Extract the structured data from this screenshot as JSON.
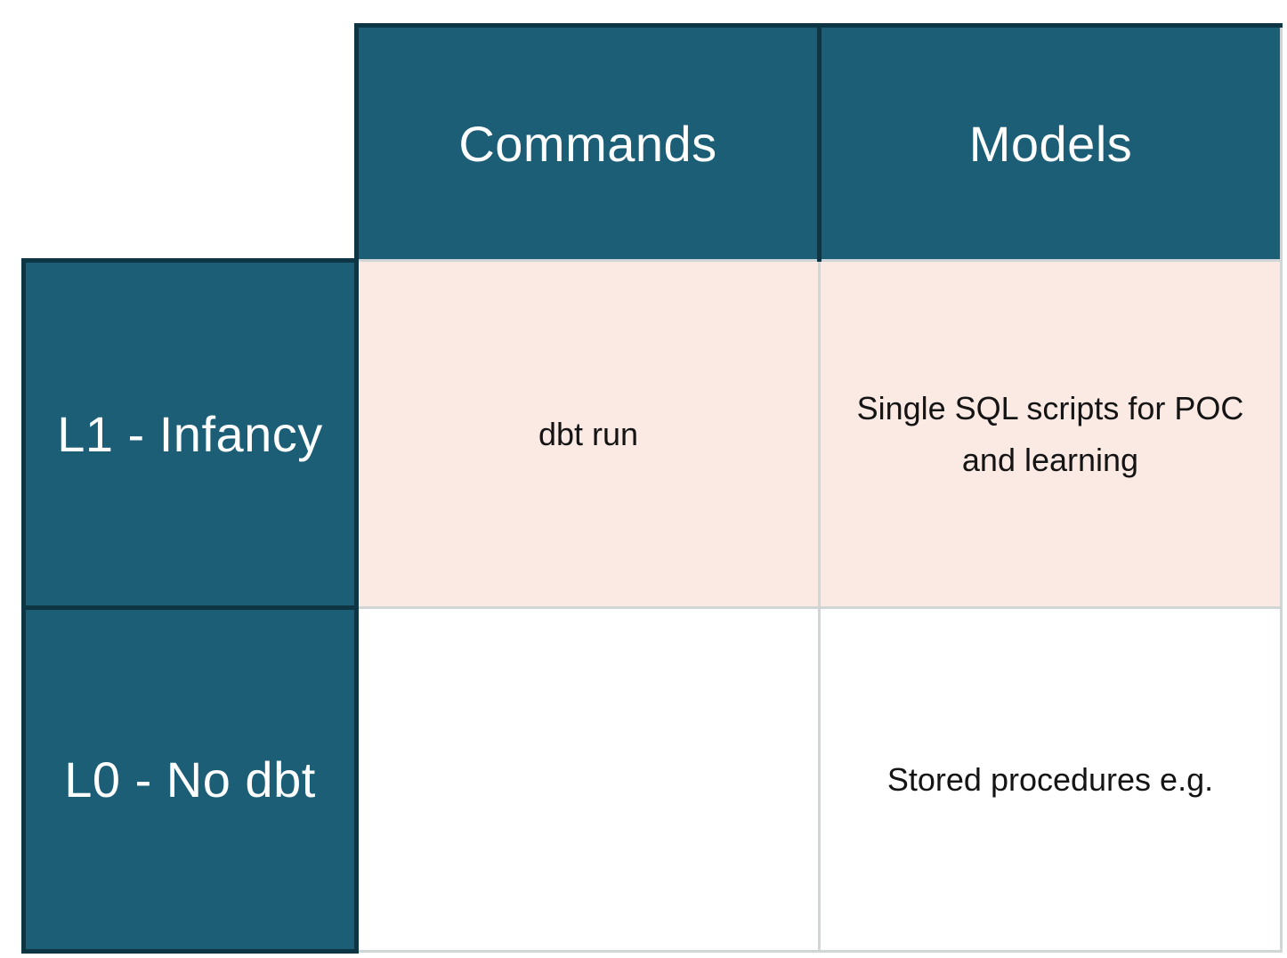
{
  "table": {
    "column_headers": [
      "Commands",
      "Models"
    ],
    "rows": [
      {
        "label": "L1 - Infancy",
        "commands": "dbt run",
        "models": "Single SQL scripts for POC and learning",
        "highlighted": true
      },
      {
        "label": "L0 - No dbt",
        "commands": "",
        "models": "Stored procedures e.g.",
        "highlighted": false
      }
    ]
  },
  "colors": {
    "header_fill": "#1b5e76",
    "header_border": "#0d3544",
    "header_text": "#ffffff",
    "highlight_row_fill": "#fbe9e4",
    "plain_row_fill": "#ffffff",
    "light_border": "#d2d5d6",
    "body_text": "#141414"
  },
  "chart_data": {
    "type": "table",
    "columns": [
      "",
      "Commands",
      "Models"
    ],
    "rows": [
      [
        "L1 - Infancy",
        "dbt run",
        "Single SQL scripts for POC and learning"
      ],
      [
        "L0 - No dbt",
        "",
        "Stored procedures e.g."
      ]
    ],
    "layout": {
      "header_row_highlighted": true,
      "highlighted_data_rows": [
        "L1 - Infancy"
      ],
      "top_left_corner": "empty"
    }
  }
}
